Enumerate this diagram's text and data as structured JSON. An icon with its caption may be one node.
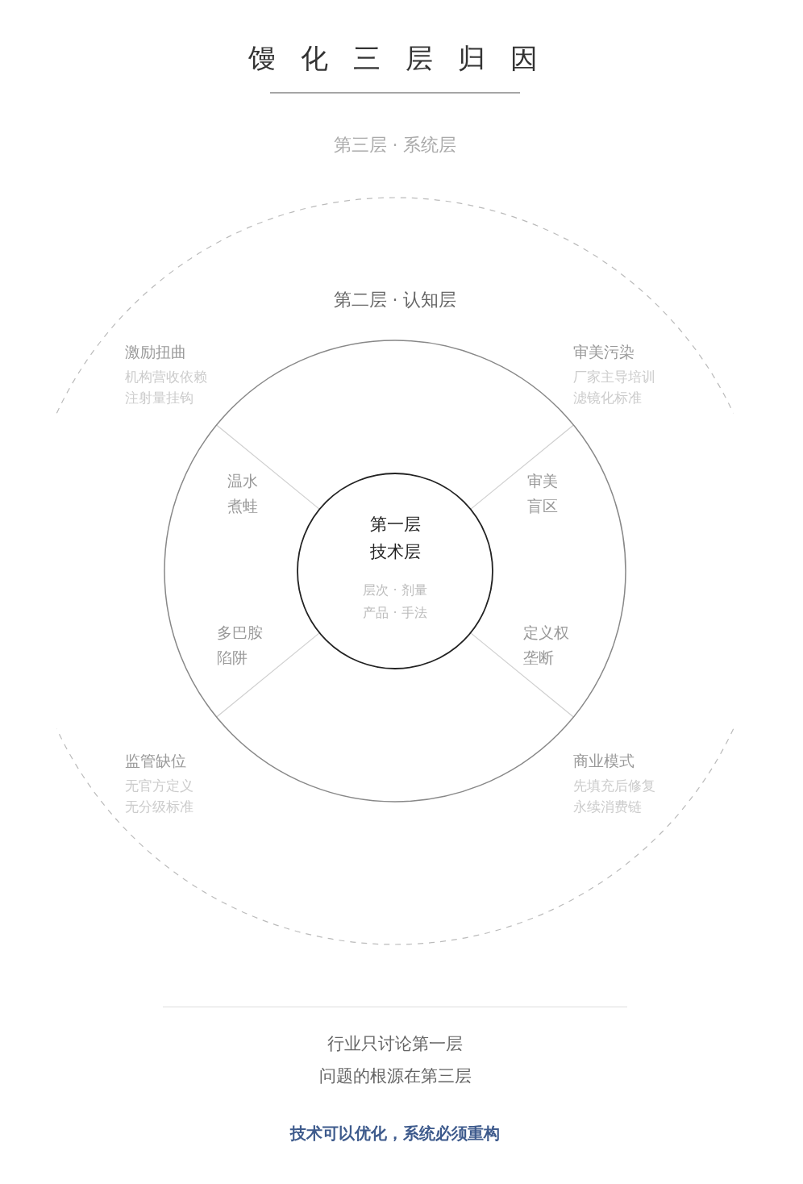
{
  "diagram": {
    "title": "馒化三层归因",
    "nodes": [
      {
        "text": [
          "第三层 · 系统层"
        ]
      },
      {
        "text": [
          "第二层 · 认知层"
        ],
        "in": 0
      },
      {
        "text": [
          "第一层技术层",
          "层次 · 剂量产品 · 手法"
        ],
        "in": 1
      }
    ],
    "edges": [
      {
        "from": 2,
        "to": 1,
        "arrow": "none",
        "label": "温水煮蛙"
      },
      {
        "from": 2,
        "to": 1,
        "arrow": "none",
        "label": "审美盲区"
      },
      {
        "from": 2,
        "to": 1,
        "arrow": "none",
        "label": "多巴胺陷阱"
      },
      {
        "from": 2,
        "to": 1,
        "arrow": "none",
        "label": "定义权垄断"
      }
    ],
    "labels": [
      "激励扭曲",
      "机构营收依赖注射量挂钩",
      "审美污染",
      "厂家主导培训滤镜化标准",
      "监管缺位",
      "无官方定义无分级标准",
      "商业模式",
      "先填充后修复永续消费链",
      "行业只讨论第一层",
      "问题的根源在第三层",
      "技术可以优化，系统必须重构"
    ]
  }
}
